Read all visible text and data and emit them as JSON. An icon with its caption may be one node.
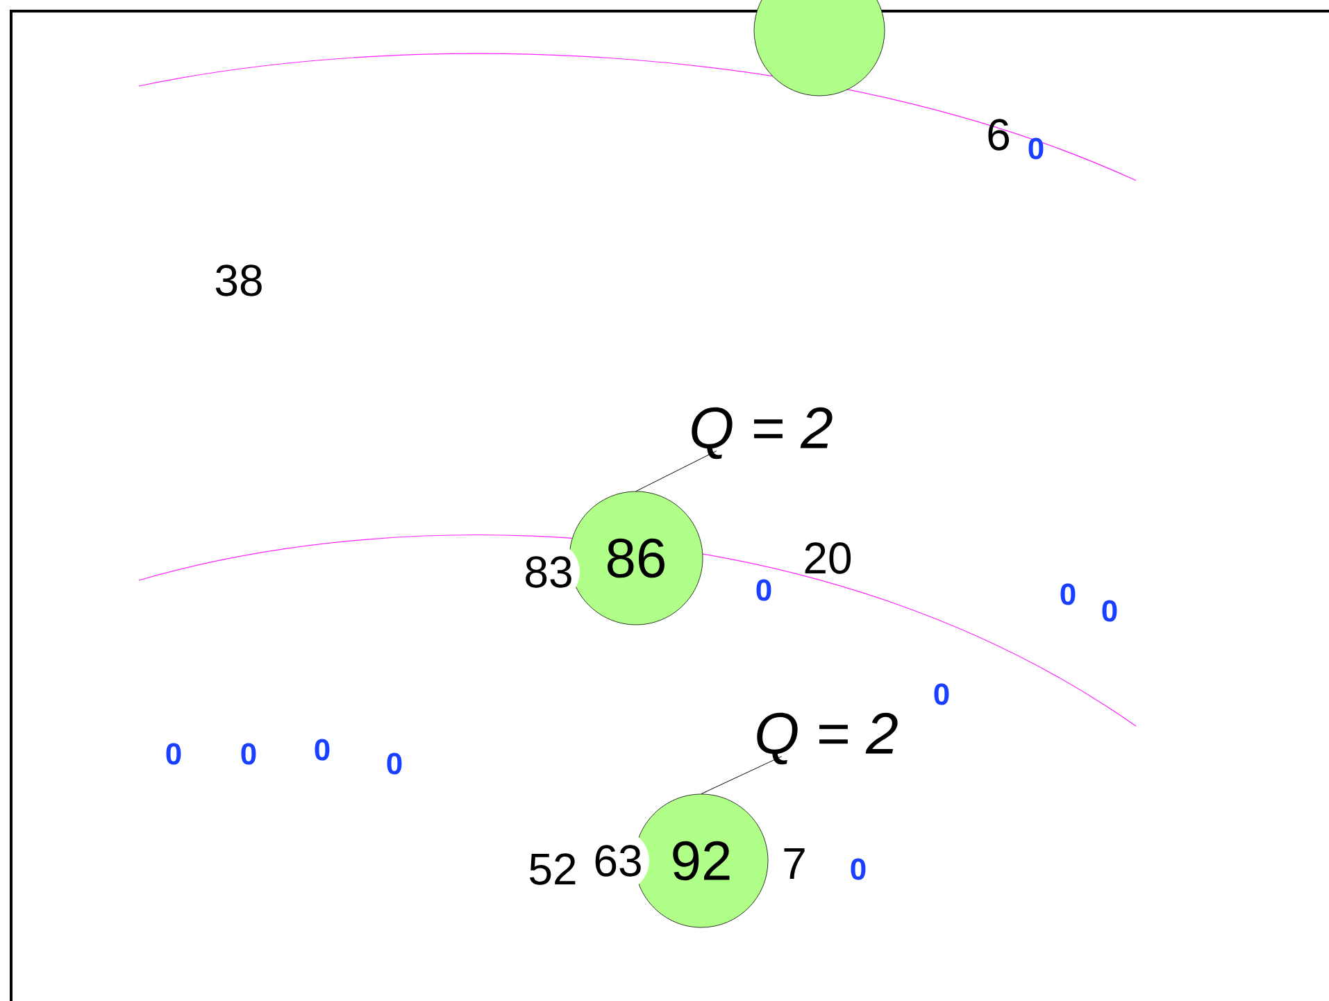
{
  "diagram": {
    "nodes": [
      {
        "text": [],
        "shape": "circle"
      },
      {
        "text": [
          "Q = 2"
        ]
      },
      {
        "text": [
          "86"
        ]
      },
      {
        "text": [
          "Q = 2"
        ]
      },
      {
        "text": [
          "92"
        ]
      }
    ],
    "edges": [
      {
        "from": 1,
        "to": 2,
        "arrow": "none"
      },
      {
        "from": 3,
        "to": 4,
        "arrow": "none"
      }
    ],
    "labels": [
      "6",
      "0",
      "38",
      "20",
      "83",
      "0",
      "0",
      "0",
      "0",
      "0",
      "0",
      "0",
      "0",
      "52",
      "63",
      "7",
      "0"
    ]
  }
}
